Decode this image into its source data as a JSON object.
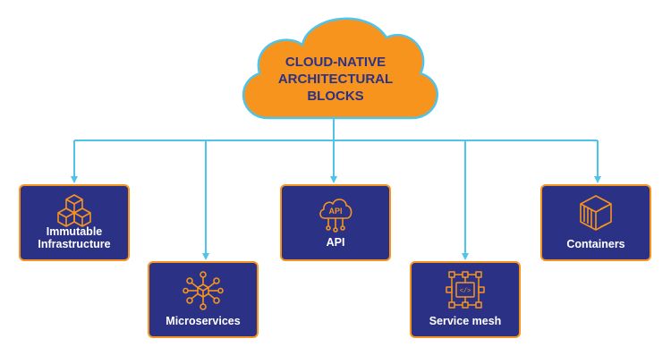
{
  "title": {
    "lines": [
      "CLOUD-NATIVE",
      "ARCHITECTURAL",
      "BLOCKS"
    ]
  },
  "blocks": [
    {
      "label_lines": [
        "Immutable",
        "Infrastructure"
      ],
      "icon": "cubes-icon"
    },
    {
      "label_lines": [
        "Microservices"
      ],
      "icon": "hub-network-icon"
    },
    {
      "label_lines": [
        "API"
      ],
      "icon": "api-cloud-icon",
      "icon_text": "API"
    },
    {
      "label_lines": [
        "Service mesh"
      ],
      "icon": "mesh-grid-icon",
      "icon_text": "</>"
    },
    {
      "label_lines": [
        "Containers"
      ],
      "icon": "container-box-icon"
    }
  ],
  "colors": {
    "cloud": "#f7941d",
    "cloud_outline": "#4fc3ea",
    "connector": "#4fc3ea",
    "block_fill": "#2b3285",
    "block_border": "#f7941d",
    "title_text": "#2b3285",
    "icon_stroke": "#f7941d"
  }
}
